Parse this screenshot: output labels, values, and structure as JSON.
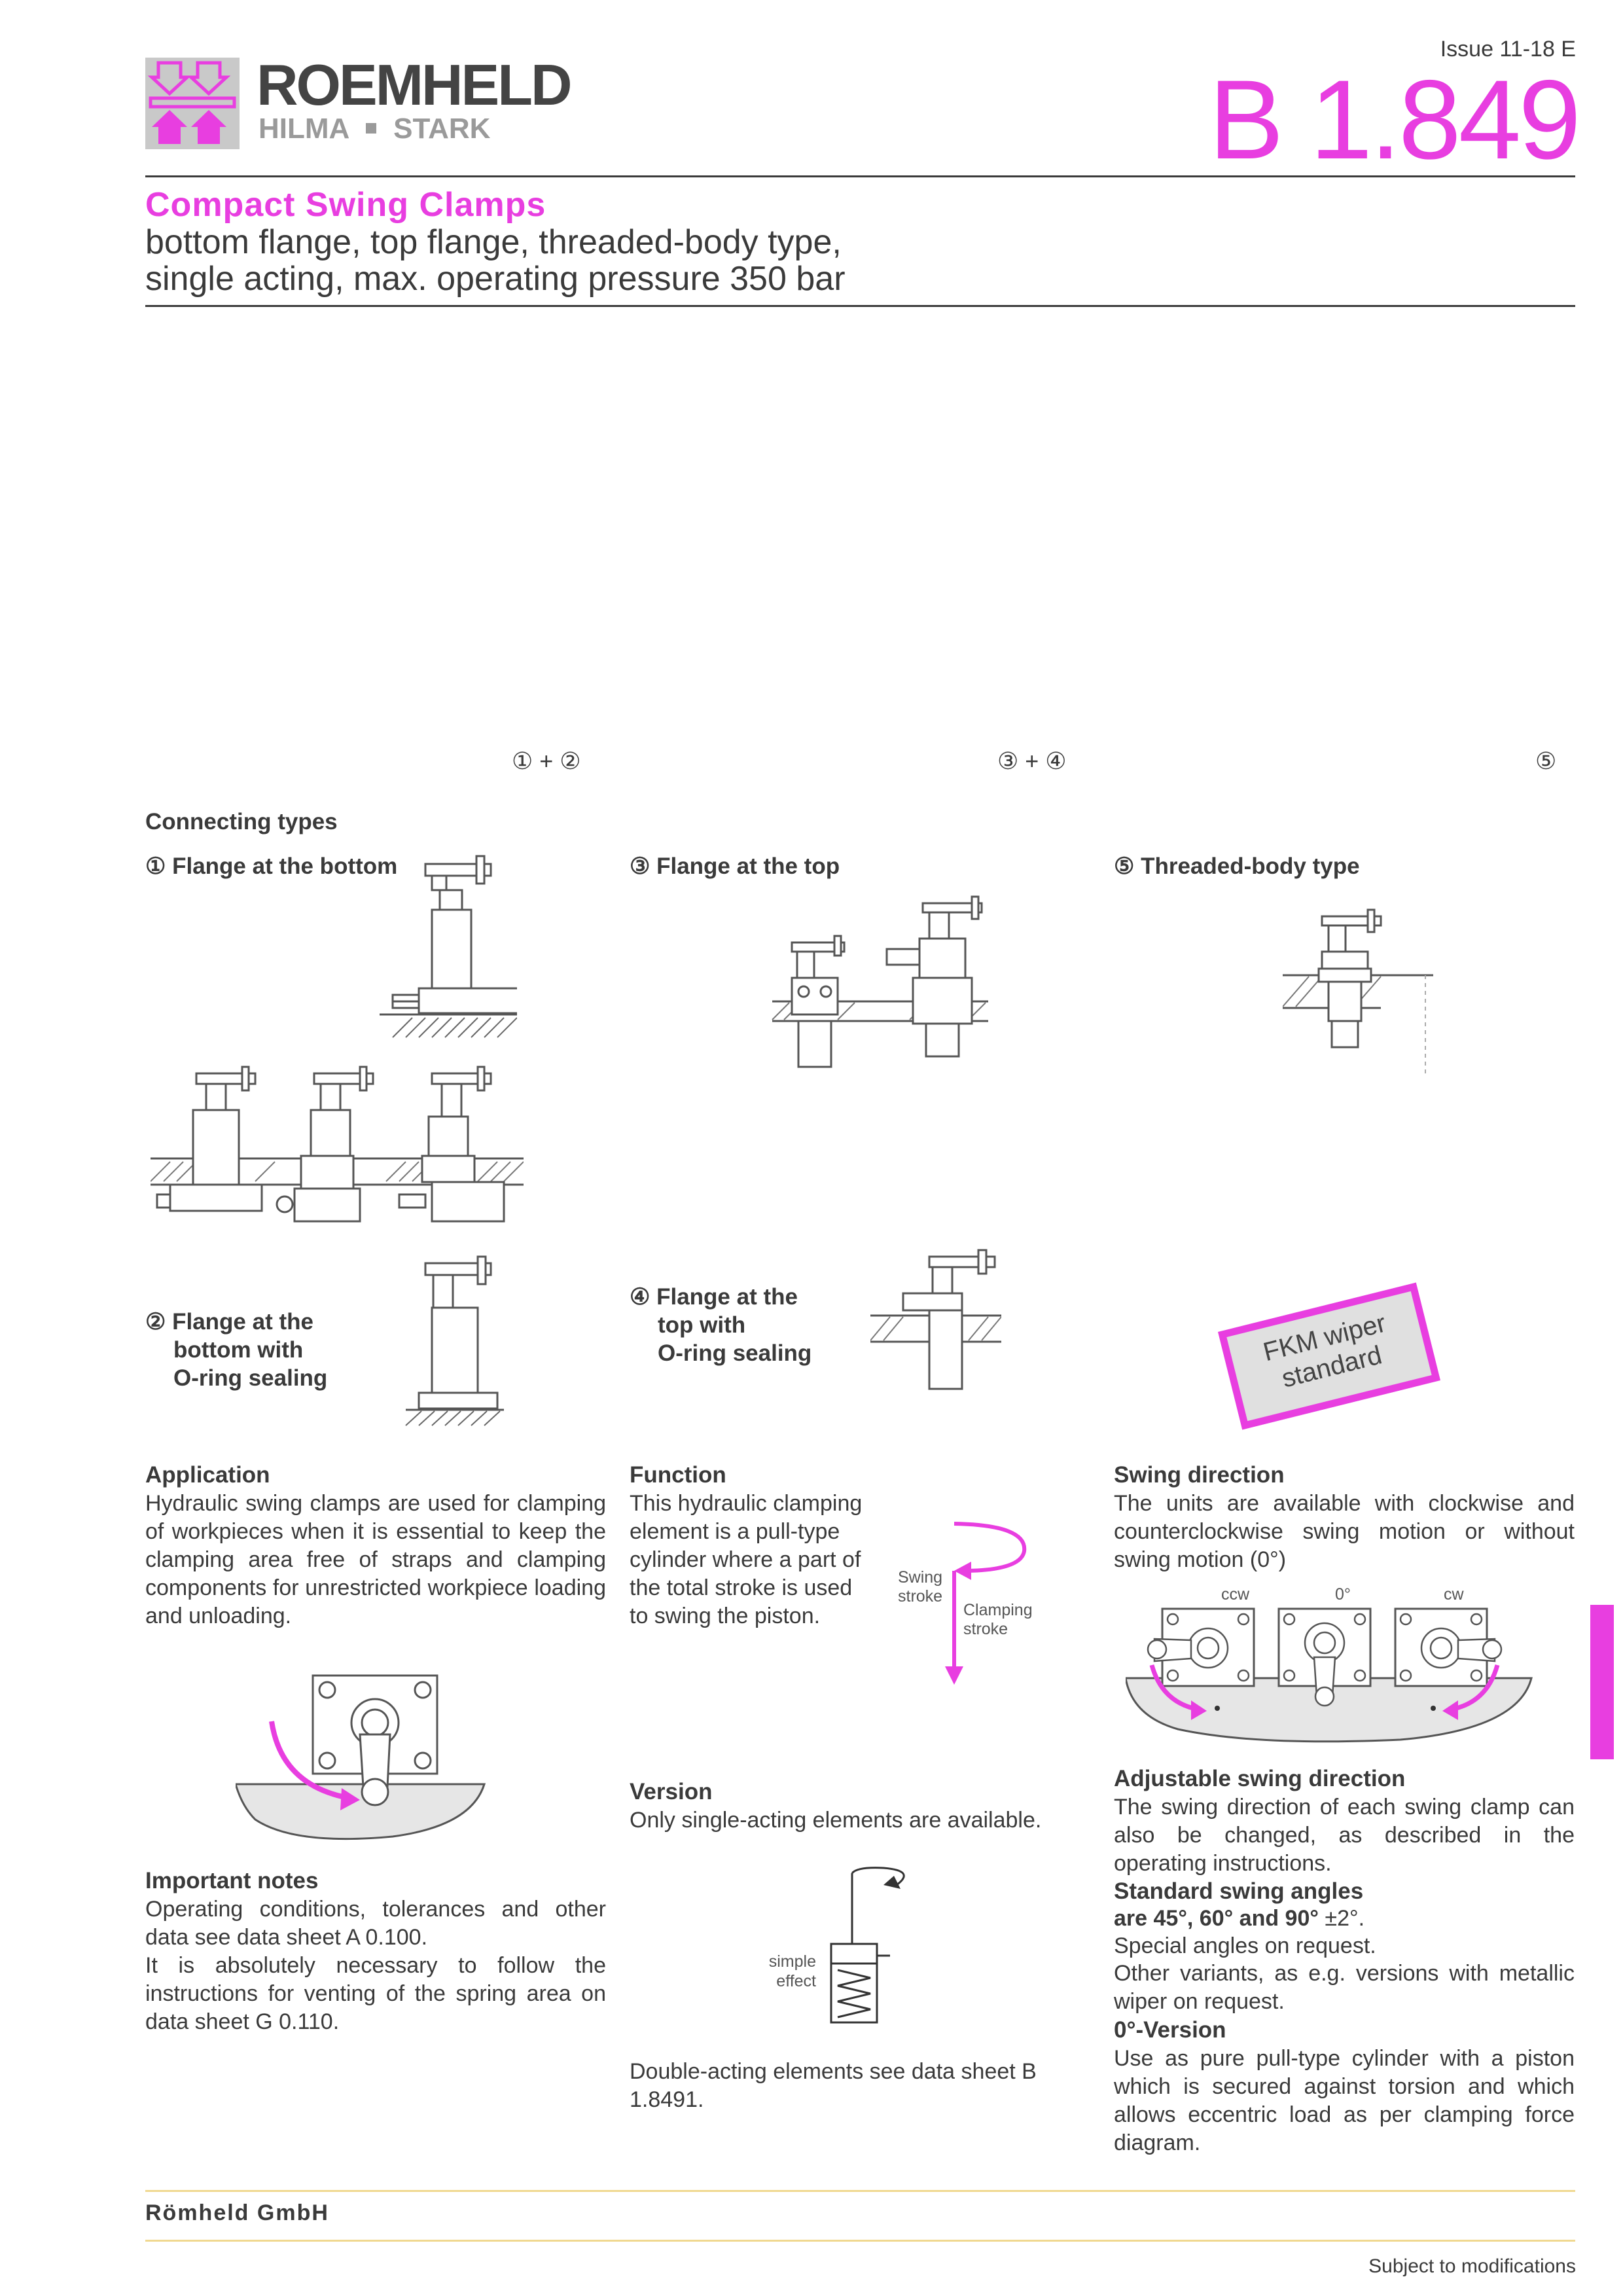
{
  "header": {
    "brand": "ROEMHELD",
    "sub_brand_left": "HILMA",
    "sub_brand_right": "STARK",
    "issue": "Issue 11-18 E",
    "sheet_number": "B 1.849"
  },
  "title": {
    "main": "Compact Swing Clamps",
    "line1": "bottom flange, top flange, threaded-body type,",
    "line2": "single acting, max. operating pressure 350 bar"
  },
  "photo_labels": {
    "left": "① + ②",
    "middle": "③ + ④",
    "right": "⑤"
  },
  "connecting": {
    "heading": "Connecting types",
    "type1": "① Flange at the bottom",
    "type3": "③ Flange at the top",
    "type5": "⑤ Threaded-body type",
    "type2_l1": "② Flange at the",
    "type2_l2": "bottom with",
    "type2_l3": "O-ring sealing",
    "type4_l1": "④ Flange at the",
    "type4_l2": "top with",
    "type4_l3": "O-ring sealing",
    "badge_l1": "FKM wiper",
    "badge_l2": "standard"
  },
  "application": {
    "heading": "Application",
    "text": "Hydraulic swing clamps are used for clamping of workpieces when it is essential to keep the clamping area free of straps and clamping components for unrestricted workpiece loading and unloading."
  },
  "notes": {
    "heading": "Important notes",
    "text1": "Operating conditions, tolerances and other data see data sheet A 0.100.",
    "text2": "It is absolutely necessary to follow the instructions for venting of the spring area on data sheet G 0.110."
  },
  "function": {
    "heading": "Function",
    "text": "This hydraulic clamping element is a pull-type cylinder where a part of the total stroke is used to swing the piston.",
    "swing_l1": "Swing",
    "swing_l2": "stroke",
    "clamp_l1": "Clamping",
    "clamp_l2": "stroke"
  },
  "version": {
    "heading": "Version",
    "text": "Only single-acting elements are available.",
    "simple_l1": "simple",
    "simple_l2": "effect",
    "double_text": "Double-acting elements see data sheet B 1.8491."
  },
  "swing_direction": {
    "heading": "Swing direction",
    "text": "The units are available with clockwise and counterclockwise swing motion or without swing motion (0°)",
    "ccw": "ccw",
    "zero": "0°",
    "cw": "cw"
  },
  "adjustable": {
    "heading": "Adjustable swing direction",
    "text": "The swing direction of each swing clamp can also be changed, as described in the operating instructions.",
    "std_heading": "Standard swing angles",
    "std_angles": "are 45°, 60° and 90°",
    "std_tol": " ±2°.",
    "special": "Special angles on request.",
    "other": "Other variants, as e.g. versions with metallic wiper on request.",
    "zero_heading": "0°-Version",
    "zero_text": "Use as pure pull-type cylinder with a piston which is secured against torsion and which allows eccentric load as per clamping force diagram."
  },
  "footer": {
    "company": "Römheld GmbH",
    "note": "Subject to modifications"
  },
  "colors": {
    "accent": "#e83ee0",
    "text": "#3a3a3a",
    "footer_rule": "#f0d890"
  }
}
